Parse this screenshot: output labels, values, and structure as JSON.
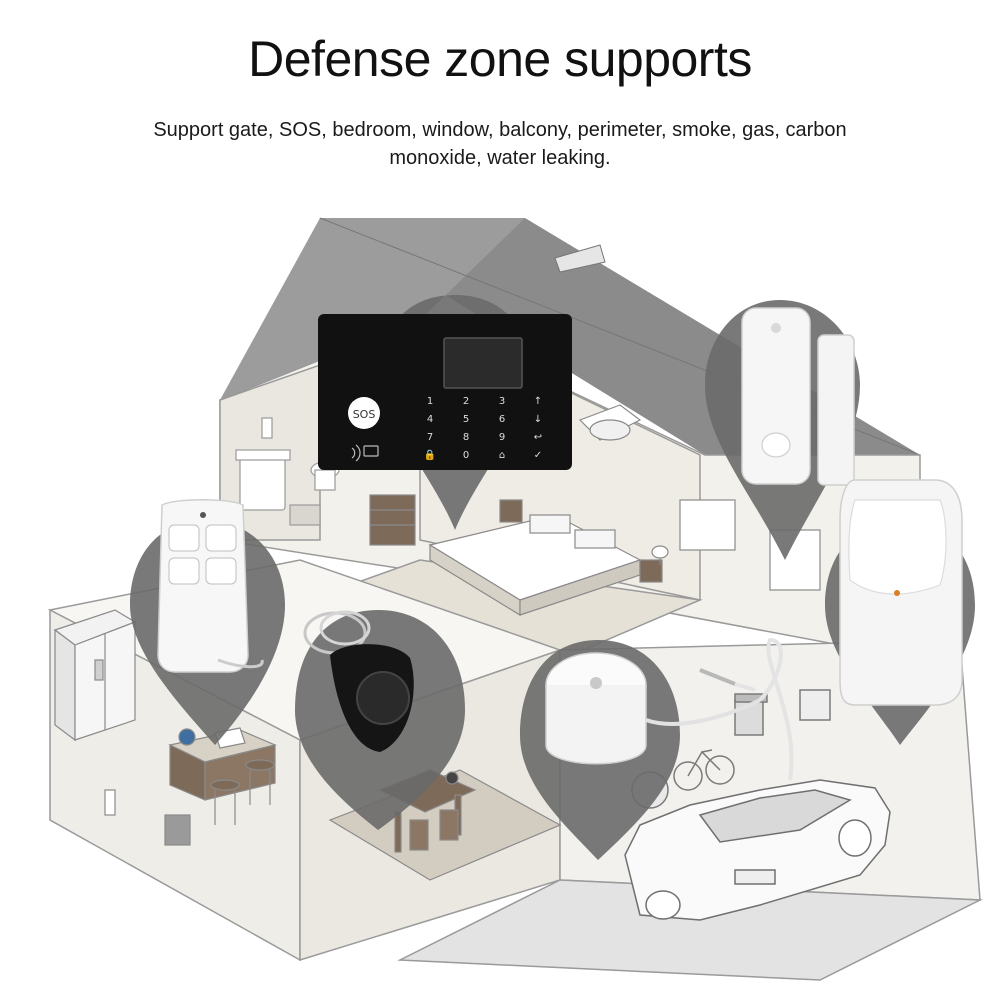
{
  "header": {
    "title": "Defense zone supports",
    "subtitle": "Support gate, SOS, bedroom, window, balcony, perimeter, smoke, gas, carbon monoxide, water leaking."
  },
  "control_panel": {
    "sos_label": "SOS",
    "keys": [
      "1",
      "2",
      "3",
      "↑",
      "4",
      "5",
      "6",
      "↓",
      "7",
      "8",
      "9",
      "↩",
      "🔒",
      "0",
      "⌂",
      "✓"
    ]
  },
  "colors": {
    "pin": "#6a6a6a",
    "panel": "#111111",
    "device": "#f4f4f4",
    "house_line": "#8a8a8a",
    "floor": "#e9e6df"
  },
  "icons": [
    "map-pin-icon",
    "keypad-panel",
    "door-sensor",
    "pir-motion-sensor",
    "remote-control",
    "rfid-tag",
    "siren",
    "house-illustration",
    "car-illustration"
  ]
}
